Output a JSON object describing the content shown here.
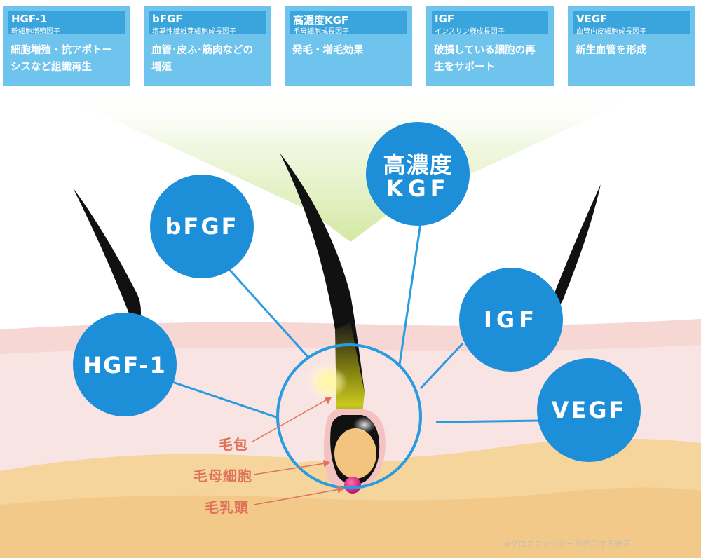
{
  "cards": [
    {
      "name": "HGF-1",
      "sub": "幹細胞増殖因子",
      "desc_lines": [
        "細胞増殖・抗アポトー",
        "シスなど組織再生"
      ]
    },
    {
      "name": "bFGF",
      "sub": "塩基性繊維芽細胞成長因子",
      "desc_lines": [
        "血管･皮ふ･筋肉などの",
        "増殖"
      ]
    },
    {
      "name": "高濃度KGF",
      "sub": "毛母細胞成長因子",
      "desc_lines": [
        "発毛・増毛効果"
      ]
    },
    {
      "name": "IGF",
      "sub": "インスリン様成長因子",
      "desc_lines": [
        "破損している細胞の再",
        "生をサポート"
      ]
    },
    {
      "name": "VEGF",
      "sub": "血管内皮細胞成長因子",
      "desc_lines": [
        "新生血管を形成"
      ]
    }
  ],
  "circles": {
    "hgf": "HGF-1",
    "bfgf": "bFGF",
    "kgf_line1": "高濃度",
    "kgf_line2": "KGF",
    "igf": "IGF",
    "vegf": "VEGF"
  },
  "parts": {
    "follicle": "毛包",
    "matrix": "毛母細胞",
    "papilla": "毛乳頭"
  },
  "note": "※グロスファクターが作用する様子",
  "colors": {
    "card_bg": "#6fc4ee",
    "card_head": "#3aa4dc",
    "circle": "#1d8ed8",
    "line": "#2a9be0",
    "skin_upper": "#f6dedd",
    "skin_lower": "#f5ce8f",
    "label": "#e0715a",
    "arrow": "#d7eaa8"
  }
}
